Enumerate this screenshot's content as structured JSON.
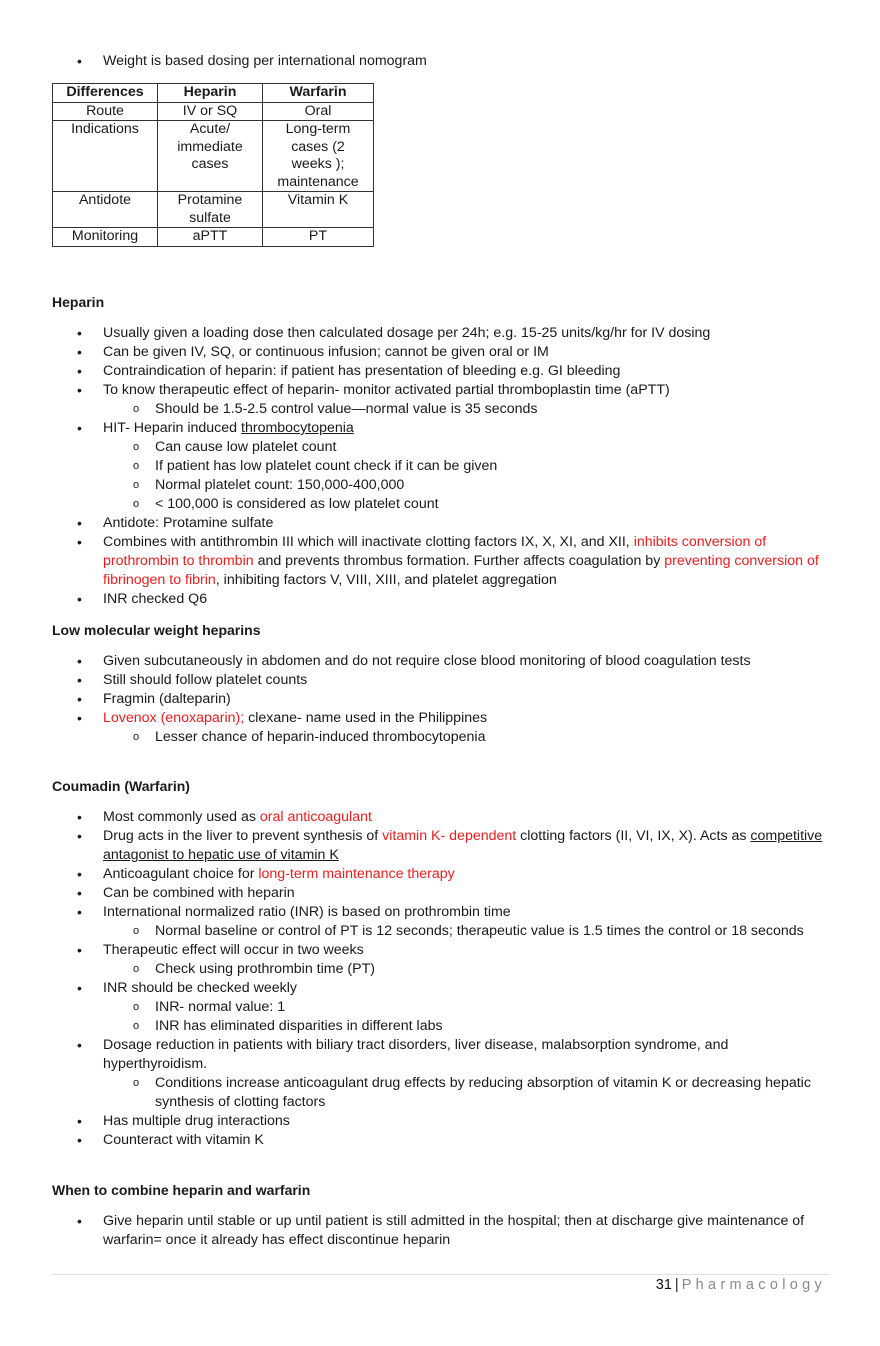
{
  "top_bullet": "Weight is based dosing per international nomogram",
  "table": {
    "headers": [
      "Differences",
      "Heparin",
      "Warfarin"
    ],
    "rows": [
      [
        "Route",
        "IV or SQ",
        "Oral"
      ],
      [
        "Indications",
        "Acute/ immediate cases",
        "Long-term cases (2 weeks ); maintenance"
      ],
      [
        "Antidote",
        "Protamine sulfate",
        "Vitamin K"
      ],
      [
        "Monitoring",
        "aPTT",
        "PT"
      ]
    ]
  },
  "heparin": {
    "heading": "Heparin",
    "b1": "Usually given a loading dose then calculated dosage per 24h; e.g. 15-25 units/kg/hr for IV dosing",
    "b2": "Can be given IV, SQ, or continuous infusion; cannot be given oral or IM",
    "b3": "Contraindication of heparin: if patient has presentation of bleeding e.g. GI bleeding",
    "b4": "To know therapeutic effect of heparin- monitor activated partial thromboplastin time (aPTT)",
    "b4_sub1": "Should be 1.5-2.5 control value—normal value is 35 seconds",
    "b5_prefix": "HIT- Heparin induced ",
    "b5_underlined": "thrombocytopenia",
    "b5_sub": [
      "Can cause low platelet count",
      "If patient has low platelet count check if it can be given",
      "Normal platelet count: 150,000-400,000",
      "< 100,000 is considered as low platelet count"
    ],
    "b6": "Antidote: Protamine sulfate",
    "b7": {
      "t1": "Combines with antithrombin III which will inactivate clotting factors IX, X, XI, and XII, ",
      "r1": "inhibits conversion of prothrombin to thrombin",
      "t2": " and prevents thrombus formation. Further affects coagulation by ",
      "r2": "preventing conversion of fibrinogen to fibrin",
      "t3": ", inhibiting factors V, VIII, XIII, and platelet aggregation"
    },
    "b8": "INR checked Q6"
  },
  "lmwh": {
    "heading": "Low molecular weight heparins",
    "b1": "Given subcutaneously in abdomen and do not require close blood monitoring of blood coagulation tests",
    "b2": "Still should follow platelet counts",
    "b3": "Fragmin (dalteparin)",
    "b4_red": "Lovenox (enoxaparin);",
    "b4_rest": " clexane- name used in the Philippines",
    "b4_sub1": "Lesser chance of heparin-induced thrombocytopenia"
  },
  "coumadin": {
    "heading": "Coumadin (Warfarin)",
    "b1_text": "Most commonly used as ",
    "b1_red": "oral anticoagulant",
    "b2_t1": "Drug acts in the liver to prevent synthesis of ",
    "b2_red": "vitamin K- dependent",
    "b2_t2": " clotting factors (II, VI, IX, X). Acts as ",
    "b2_underlined": "competitive antagonist to hepatic use of vitamin K",
    "b3_text": "Anticoagulant choice for ",
    "b3_red": "long-term maintenance therapy",
    "b4": "Can be combined with heparin",
    "b5": "International normalized ratio (INR) is based on prothrombin time",
    "b5_sub1": "Normal baseline or control of PT is 12 seconds; therapeutic value is 1.5 times the control or 18 seconds",
    "b6": "Therapeutic effect will occur in two weeks",
    "b6_sub1": "Check using prothrombin time (PT)",
    "b7": "INR should be checked weekly",
    "b7_sub1": "INR- normal value: 1",
    "b7_sub2": "INR has eliminated disparities in different labs",
    "b8": "Dosage reduction in patients with biliary tract disorders, liver disease, malabsorption syndrome, and hyperthyroidism.",
    "b8_sub1": "Conditions increase anticoagulant drug effects by reducing absorption of vitamin K or decreasing hepatic synthesis of clotting factors",
    "b9": "Has multiple drug interactions",
    "b10": "Counteract with vitamin K"
  },
  "combine": {
    "heading": "When to combine heparin and warfarin",
    "b1": "Give heparin until stable or up until patient is still admitted in the hospital; then at discharge give maintenance of warfarin= once it already has effect discontinue heparin"
  },
  "footer": {
    "page_number": "31",
    "separator": "|",
    "title": "Pharmacology"
  },
  "colors": {
    "highlight_red": "#ee1c1c",
    "text": "#1a1a1a",
    "footer_gray": "#8a8a8a"
  }
}
